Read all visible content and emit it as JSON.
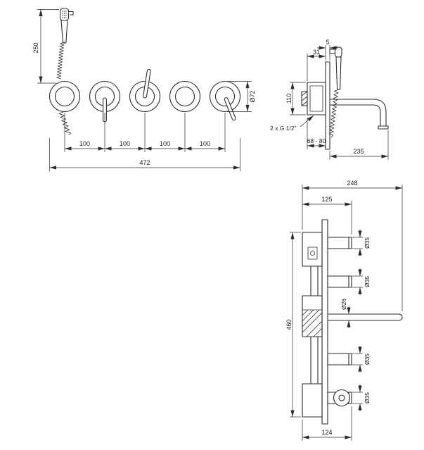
{
  "page": {
    "background": "#ffffff",
    "line_color": "#2c2c2c"
  },
  "front_view": {
    "hose_length": "250",
    "escutcheon_diameter": "Ø72",
    "spacing_1": "100",
    "spacing_2": "100",
    "spacing_3": "100",
    "spacing_4": "100",
    "total_width": "472"
  },
  "side_view": {
    "valve_depth": "31",
    "plate_thickness": "5",
    "valve_height": "110",
    "thread_note": "2 x G 1/2\"",
    "install_depth": "68 - 80",
    "spout_reach": "235"
  },
  "rear_view": {
    "total_width": "248",
    "port_width": "125",
    "body_height": "460",
    "port_diameter_1": "Ø35",
    "port_diameter_2": "Ø35",
    "spout_diameter": "Ø26",
    "port_diameter_3": "Ø35",
    "port_diameter_4": "Ø35",
    "bottom_width": "124"
  }
}
